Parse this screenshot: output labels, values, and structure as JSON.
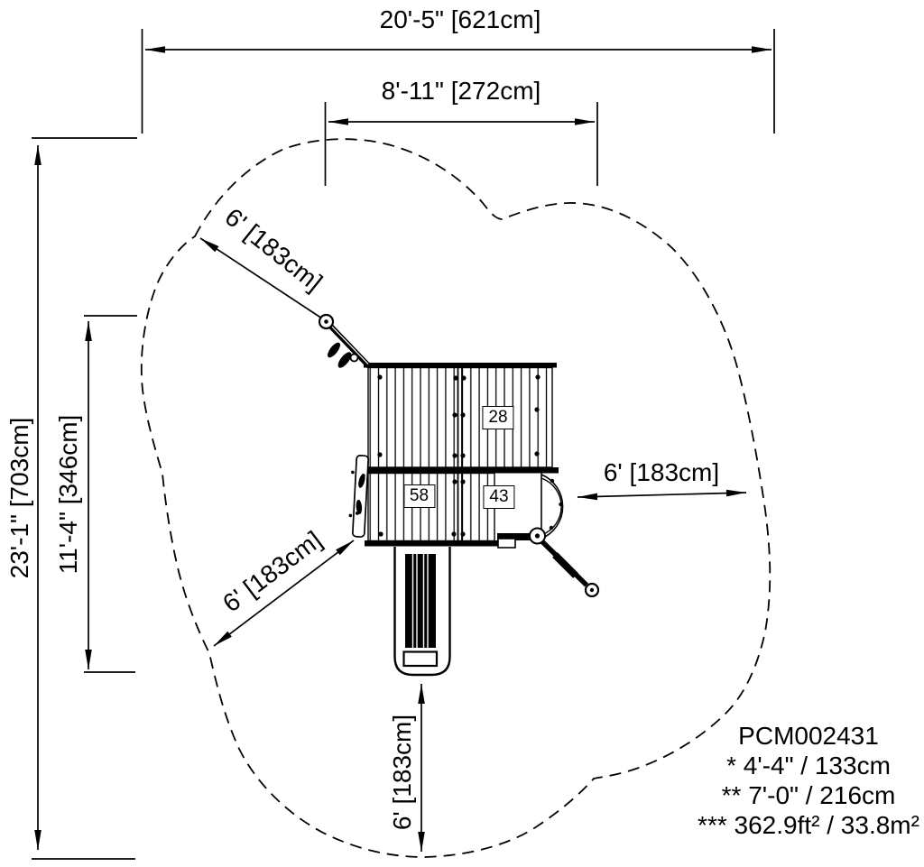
{
  "diagram": {
    "title_hint": "playset top view safety-zone plan",
    "colors": {
      "line": "#000000",
      "background": "#ffffff"
    },
    "dimensions": {
      "top": "20'-5\" [621cm]",
      "inner_top": "8'-11\" [272cm]",
      "left": "23'-1\" [703cm]",
      "inner_left": "11'-4\" [346cm]",
      "upper_diagonal": "6' [183cm]",
      "right": "6' [183cm]",
      "lower_diagonal": "6' [183cm]",
      "bottom": "6' [183cm]"
    },
    "component_labels": {
      "upper_deck": "28",
      "lower_deck_left": "58",
      "lower_deck_right": "43"
    },
    "notes": {
      "model": "PCM002431",
      "line1": "* 4'-4\" / 133cm",
      "line2": "** 7'-0\" / 216cm",
      "line3": "*** 362.9ft² / 33.8m²"
    }
  }
}
